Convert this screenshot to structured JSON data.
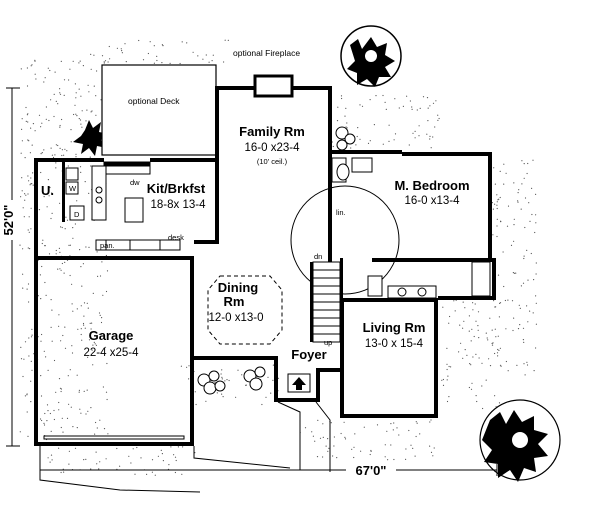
{
  "annotations": {
    "optional_fireplace": "optional Fireplace",
    "optional_deck": "optional Deck",
    "ceil_note": "(10' ceil.)"
  },
  "rooms": {
    "family": {
      "name": "Family Rm",
      "dims": "16-0 x23-4"
    },
    "kitchen": {
      "name": "Kit/Brkfst",
      "dims": "18-8x 13-4"
    },
    "utility": {
      "name": "U."
    },
    "master": {
      "name": "M. Bedroom",
      "dims": "16-0 x13-4"
    },
    "dining": {
      "name": "Dining",
      "name2": "Rm",
      "dims": "12-0 x13-0"
    },
    "garage": {
      "name": "Garage",
      "dims": "22-4 x25-4"
    },
    "living": {
      "name": "Living Rm",
      "dims": "13-0 x 15-4"
    },
    "foyer": {
      "name": "Foyer"
    }
  },
  "labels": {
    "dw": "dw",
    "desk": "desk",
    "pantry": "pan.",
    "linen": "lin.",
    "dn": "dn",
    "up": "up",
    "w": "W",
    "d": "D"
  },
  "dimensions": {
    "overall_depth": "52'0\"",
    "overall_width": "67'0\""
  }
}
